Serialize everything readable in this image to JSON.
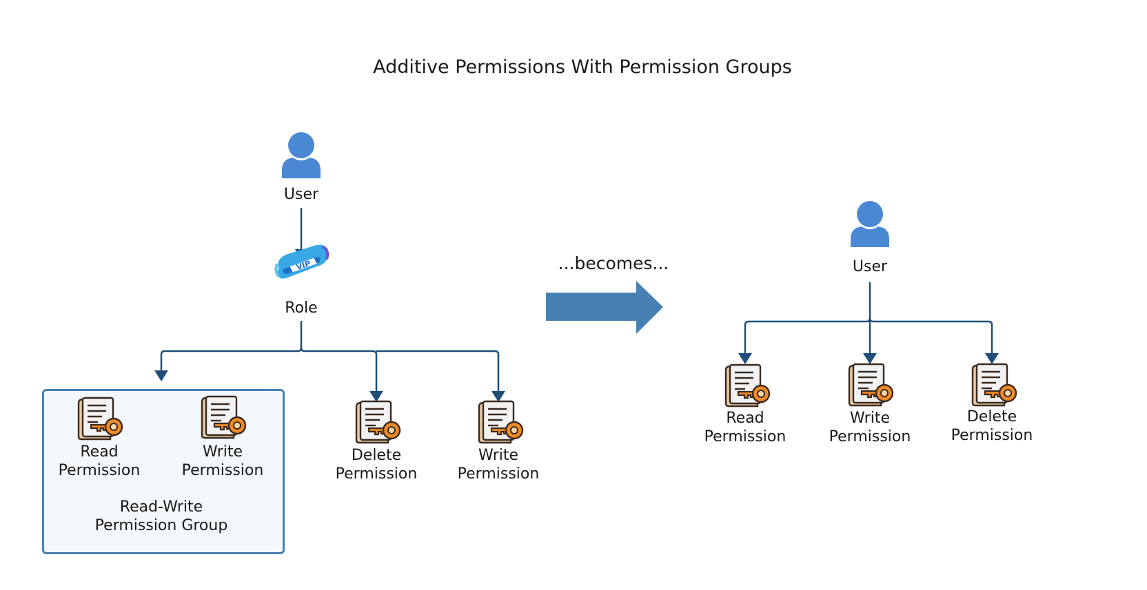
{
  "title": "Additive Permissions With Permission Groups",
  "connector_text": "...becomes...",
  "colors": {
    "user_icon": "#4a88d4",
    "edge": "#1f4e79",
    "big_arrow": "#4781b3",
    "group_border": "#4a81b6",
    "group_fill": "#f3f8fc",
    "key": "#f08a24",
    "document": "#f2f2f2"
  },
  "left": {
    "user": {
      "label": "User",
      "icon": "user-icon"
    },
    "role": {
      "label": "Role",
      "icon": "vip-badge-icon"
    },
    "group": {
      "line1": "Read-Write",
      "line2": "Permission Group"
    },
    "group_permissions": [
      {
        "line1": "Read",
        "line2": "Permission",
        "icon": "permission-document-key-icon"
      },
      {
        "line1": "Write",
        "line2": "Permission",
        "icon": "permission-document-key-icon"
      }
    ],
    "permissions": [
      {
        "line1": "Delete",
        "line2": "Permission",
        "icon": "permission-document-key-icon"
      },
      {
        "line1": "Write",
        "line2": "Permission",
        "icon": "permission-document-key-icon"
      }
    ]
  },
  "right": {
    "user": {
      "label": "User",
      "icon": "user-icon"
    },
    "permissions": [
      {
        "line1": "Read",
        "line2": "Permission",
        "icon": "permission-document-key-icon"
      },
      {
        "line1": "Write",
        "line2": "Permission",
        "icon": "permission-document-key-icon"
      },
      {
        "line1": "Delete",
        "line2": "Permission",
        "icon": "permission-document-key-icon"
      }
    ]
  }
}
